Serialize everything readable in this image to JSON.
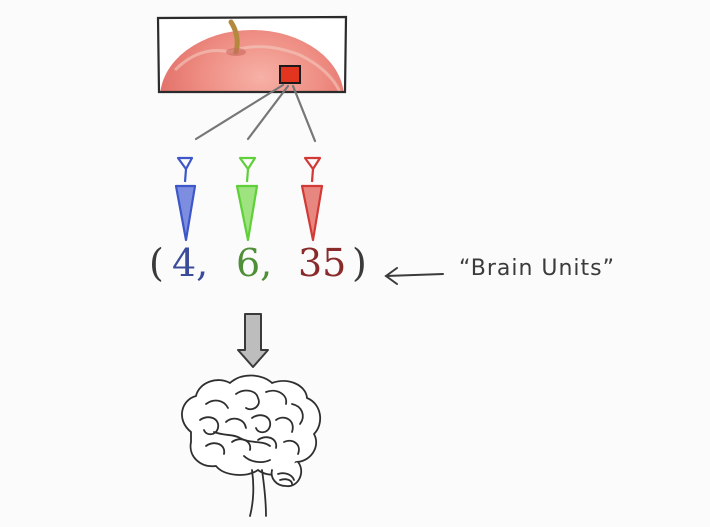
{
  "tuple": {
    "open_paren": "(",
    "values": [
      "4,",
      "6,",
      "35"
    ],
    "close_paren": ")"
  },
  "annotation": {
    "label": "“Brain Units”"
  },
  "colors": {
    "blue_receptor": "#3d57c9",
    "green_receptor": "#5fcf3a",
    "red_receptor": "#d23a36",
    "value_blue": "#3a4b9a",
    "value_green": "#4f8f37",
    "value_red": "#8a2b2b",
    "ink": "#3a3a3a",
    "arrow_fill": "#bdbdbd"
  },
  "icons": {
    "stimulus": "apple-photo-icon",
    "brain": "brain-icon",
    "receptor": "cone-receptor-icon"
  }
}
